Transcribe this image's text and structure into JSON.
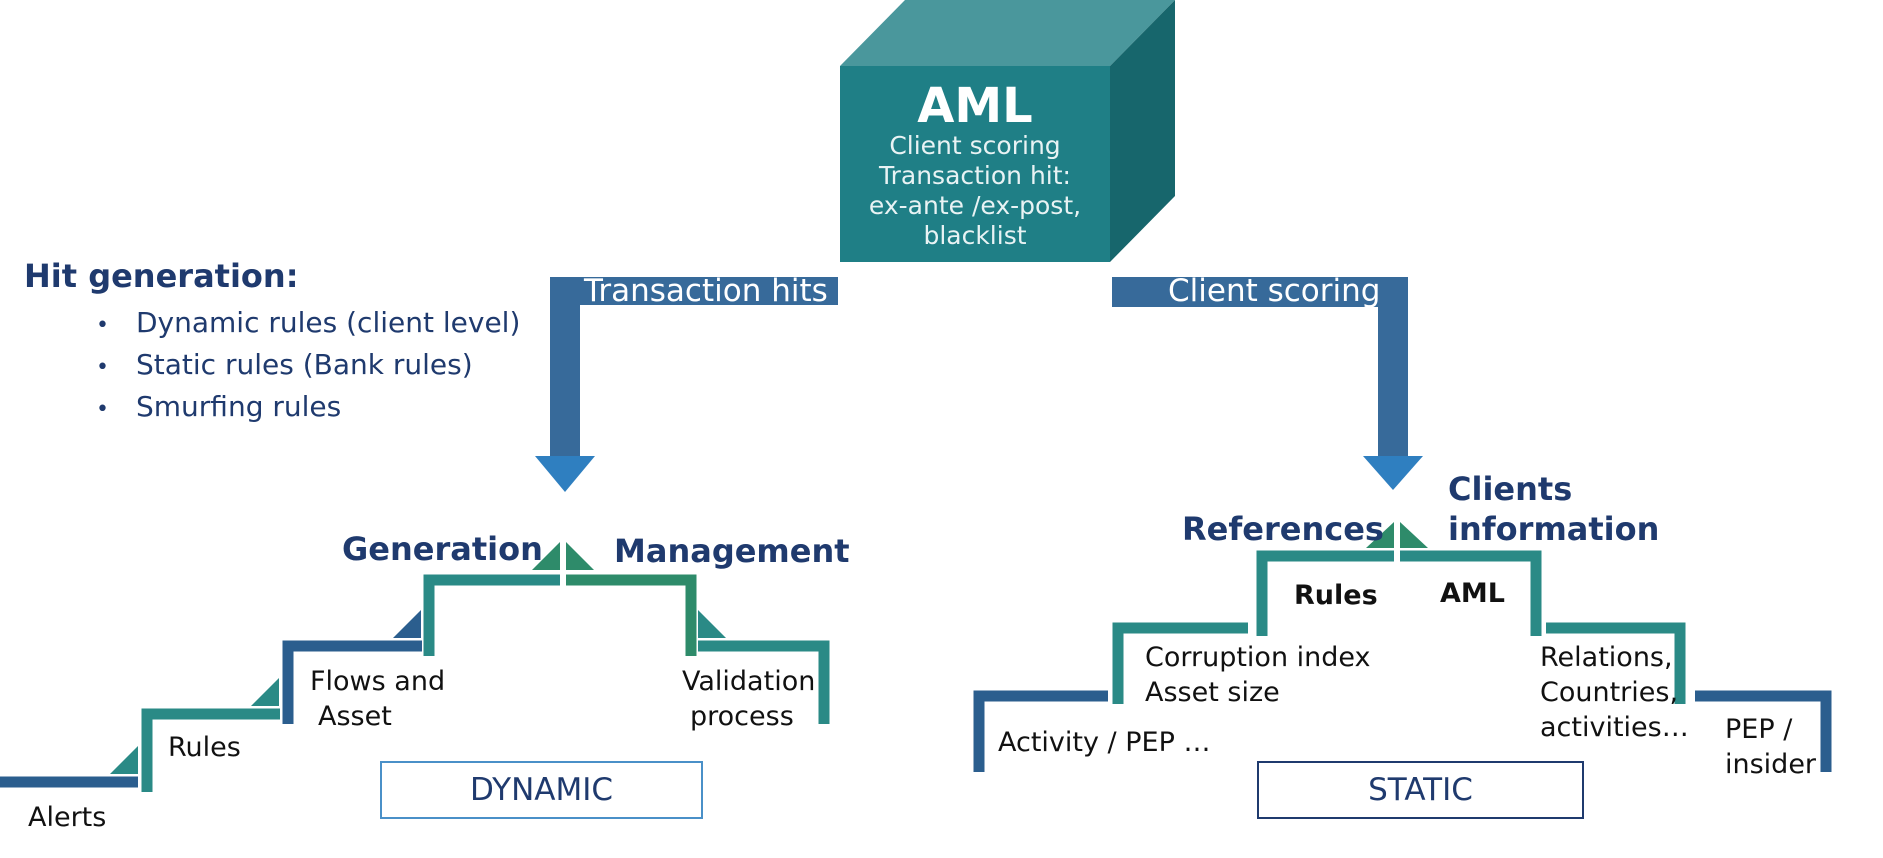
{
  "aml_box": {
    "title": "AML",
    "lines": [
      "Client scoring",
      "Transaction hit:",
      "ex-ante /ex-post,",
      "blacklist"
    ]
  },
  "hit_generation": {
    "title": "Hit generation:",
    "items": [
      "Dynamic rules (client level)",
      "Static rules (Bank rules)",
      "Smurfing rules"
    ],
    "bullet": "•"
  },
  "arrows": {
    "left_label": "Transaction hits",
    "right_label": "Client scoring"
  },
  "dynamic": {
    "left_title": "Generation",
    "right_title": "Management",
    "steps": {
      "alerts": "Alerts",
      "rules": "Rules",
      "flows_line1": "Flows and",
      "flows_line2": "Asset",
      "validation_line1": "Validation",
      "validation_line2": "process"
    },
    "box_label": "DYNAMIC"
  },
  "static": {
    "left_title": "References",
    "right_title_line1": "Clients",
    "right_title_line2": "information",
    "steps": {
      "top_left": "Rules",
      "top_right": "AML",
      "corruption_line1": "Corruption index",
      "corruption_line2": "Asset size",
      "activity": "Activity / PEP …",
      "relations_line1": "Relations,",
      "relations_line2": "Countries,",
      "relations_line3": "activities…",
      "pep_line1": "PEP /",
      "pep_line2": "insider"
    },
    "box_label": "STATIC"
  },
  "colors": {
    "cube_front": "#1f7f86",
    "cube_top": "#4a979c",
    "cube_side": "#17666c",
    "arrow": "#376a9a",
    "navy_text": "#1f3a6e",
    "step_blue": "#2b5e8e",
    "step_teal": "#2a8a86",
    "step_green": "#2e8b6a",
    "dynamic_border": "#4a90c8",
    "static_border": "#1f3a6e"
  }
}
